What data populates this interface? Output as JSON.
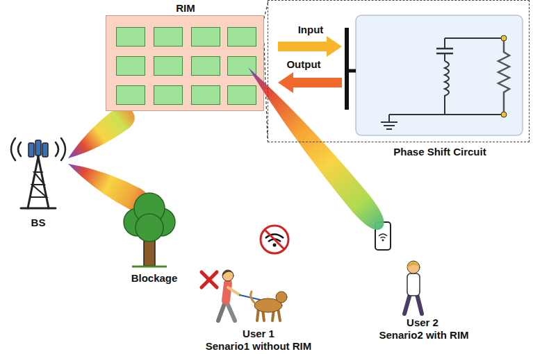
{
  "diagram": {
    "nodes": [
      {
        "text": [
          "RIM"
        ]
      },
      {
        "text": [
          "Phase Shift Circuit"
        ]
      }
    ],
    "edges": [
      {
        "from": 0,
        "to": 1,
        "arrow": "none"
      }
    ],
    "labels": [
      "Input",
      "Output",
      "BS",
      "Blockage",
      "User 1",
      "Senario1 without RIM",
      "User 2",
      "Senario2 with RIM"
    ]
  }
}
